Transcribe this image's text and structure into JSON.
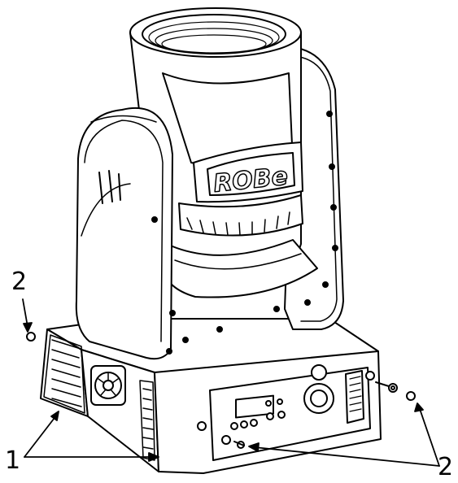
{
  "figure": {
    "brand_logo": "ROBe",
    "callouts": [
      {
        "id": "label-1",
        "text": "1"
      },
      {
        "id": "label-2-left",
        "text": "2"
      },
      {
        "id": "label-2-right",
        "text": "2"
      }
    ],
    "colors": {
      "stroke": "#000000",
      "fill": "#ffffff",
      "shade": "#e6e6e6"
    }
  }
}
